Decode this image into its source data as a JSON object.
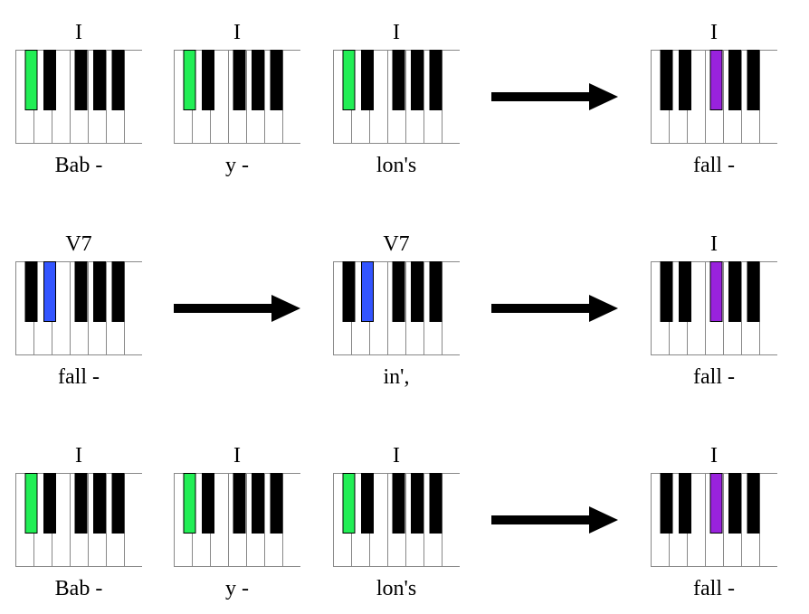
{
  "colors": {
    "green": "#22ee55",
    "blue": "#3355ff",
    "purple": "#9922dd"
  },
  "rows": [
    {
      "cells": [
        {
          "type": "chord",
          "chord": "I",
          "lyric": "Bab -",
          "highlight_key": "black-1",
          "highlight_color": "green"
        },
        {
          "type": "chord",
          "chord": "I",
          "lyric": "y -",
          "highlight_key": "black-1",
          "highlight_color": "green"
        },
        {
          "type": "chord",
          "chord": "I",
          "lyric": "lon's",
          "highlight_key": "black-1",
          "highlight_color": "green"
        },
        {
          "type": "arrow",
          "icon": "right-arrow-icon"
        },
        {
          "type": "chord",
          "chord": "I",
          "lyric": "fall -",
          "highlight_key": "black-3",
          "highlight_color": "purple"
        }
      ]
    },
    {
      "cells": [
        {
          "type": "chord",
          "chord": "V7",
          "lyric": "fall -",
          "highlight_key": "black-2",
          "highlight_color": "blue"
        },
        {
          "type": "arrow",
          "icon": "right-arrow-icon"
        },
        {
          "type": "chord",
          "chord": "V7",
          "lyric": "in',",
          "highlight_key": "black-2",
          "highlight_color": "blue"
        },
        {
          "type": "arrow",
          "icon": "right-arrow-icon"
        },
        {
          "type": "chord",
          "chord": "I",
          "lyric": "fall -",
          "highlight_key": "black-3",
          "highlight_color": "purple"
        }
      ]
    },
    {
      "cells": [
        {
          "type": "chord",
          "chord": "I",
          "lyric": "Bab -",
          "highlight_key": "black-1",
          "highlight_color": "green"
        },
        {
          "type": "chord",
          "chord": "I",
          "lyric": "y -",
          "highlight_key": "black-1",
          "highlight_color": "green"
        },
        {
          "type": "chord",
          "chord": "I",
          "lyric": "lon's",
          "highlight_key": "black-1",
          "highlight_color": "green"
        },
        {
          "type": "arrow",
          "icon": "right-arrow-icon"
        },
        {
          "type": "chord",
          "chord": "I",
          "lyric": "fall -",
          "highlight_key": "black-3",
          "highlight_color": "purple"
        }
      ]
    }
  ]
}
